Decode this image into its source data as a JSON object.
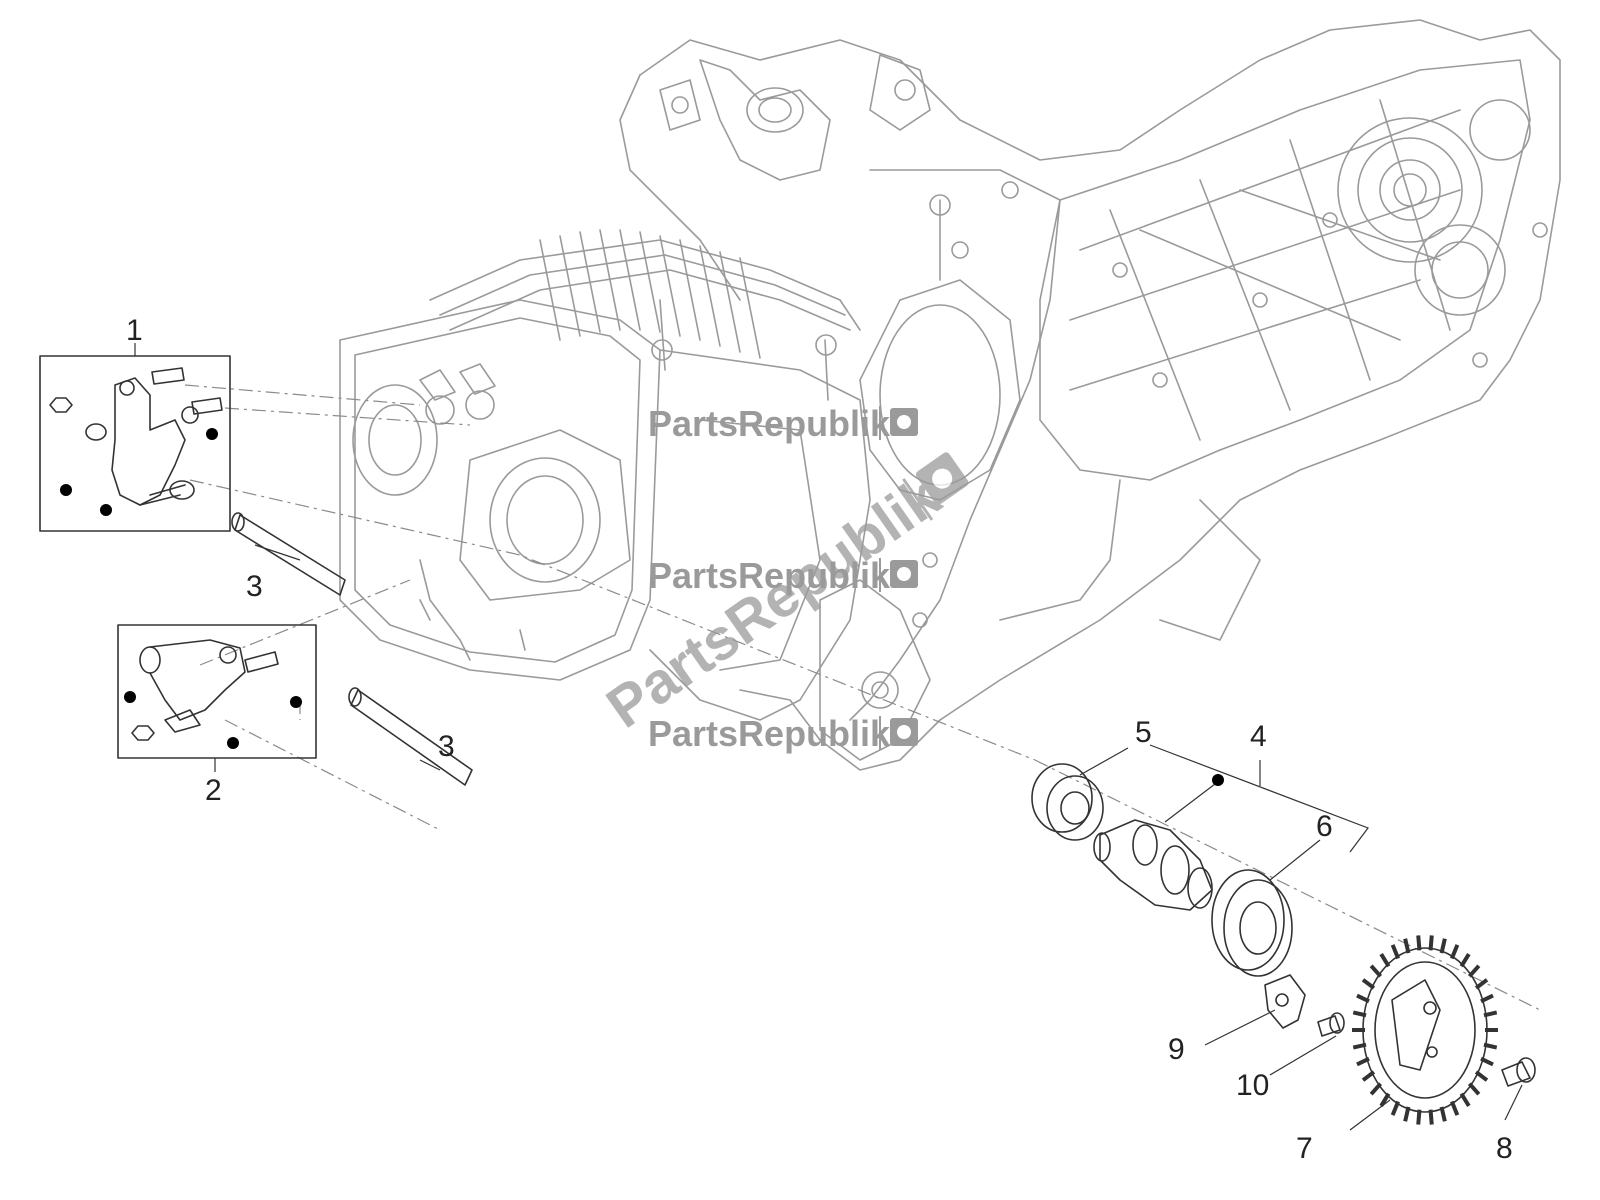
{
  "callouts": {
    "c1": "1",
    "c2": "2",
    "c3a": "3",
    "c3b": "3",
    "c4": "4",
    "c5": "5",
    "c6": "6",
    "c7": "7",
    "c8": "8",
    "c9": "9",
    "c10": "10"
  },
  "watermark": {
    "text": "PartsRepublik",
    "text_color": "#9a9a9a"
  },
  "colors": {
    "background": "#ffffff",
    "line_art": "#9a9a9a",
    "parts": "#333333",
    "marker_dot": "#000000"
  }
}
